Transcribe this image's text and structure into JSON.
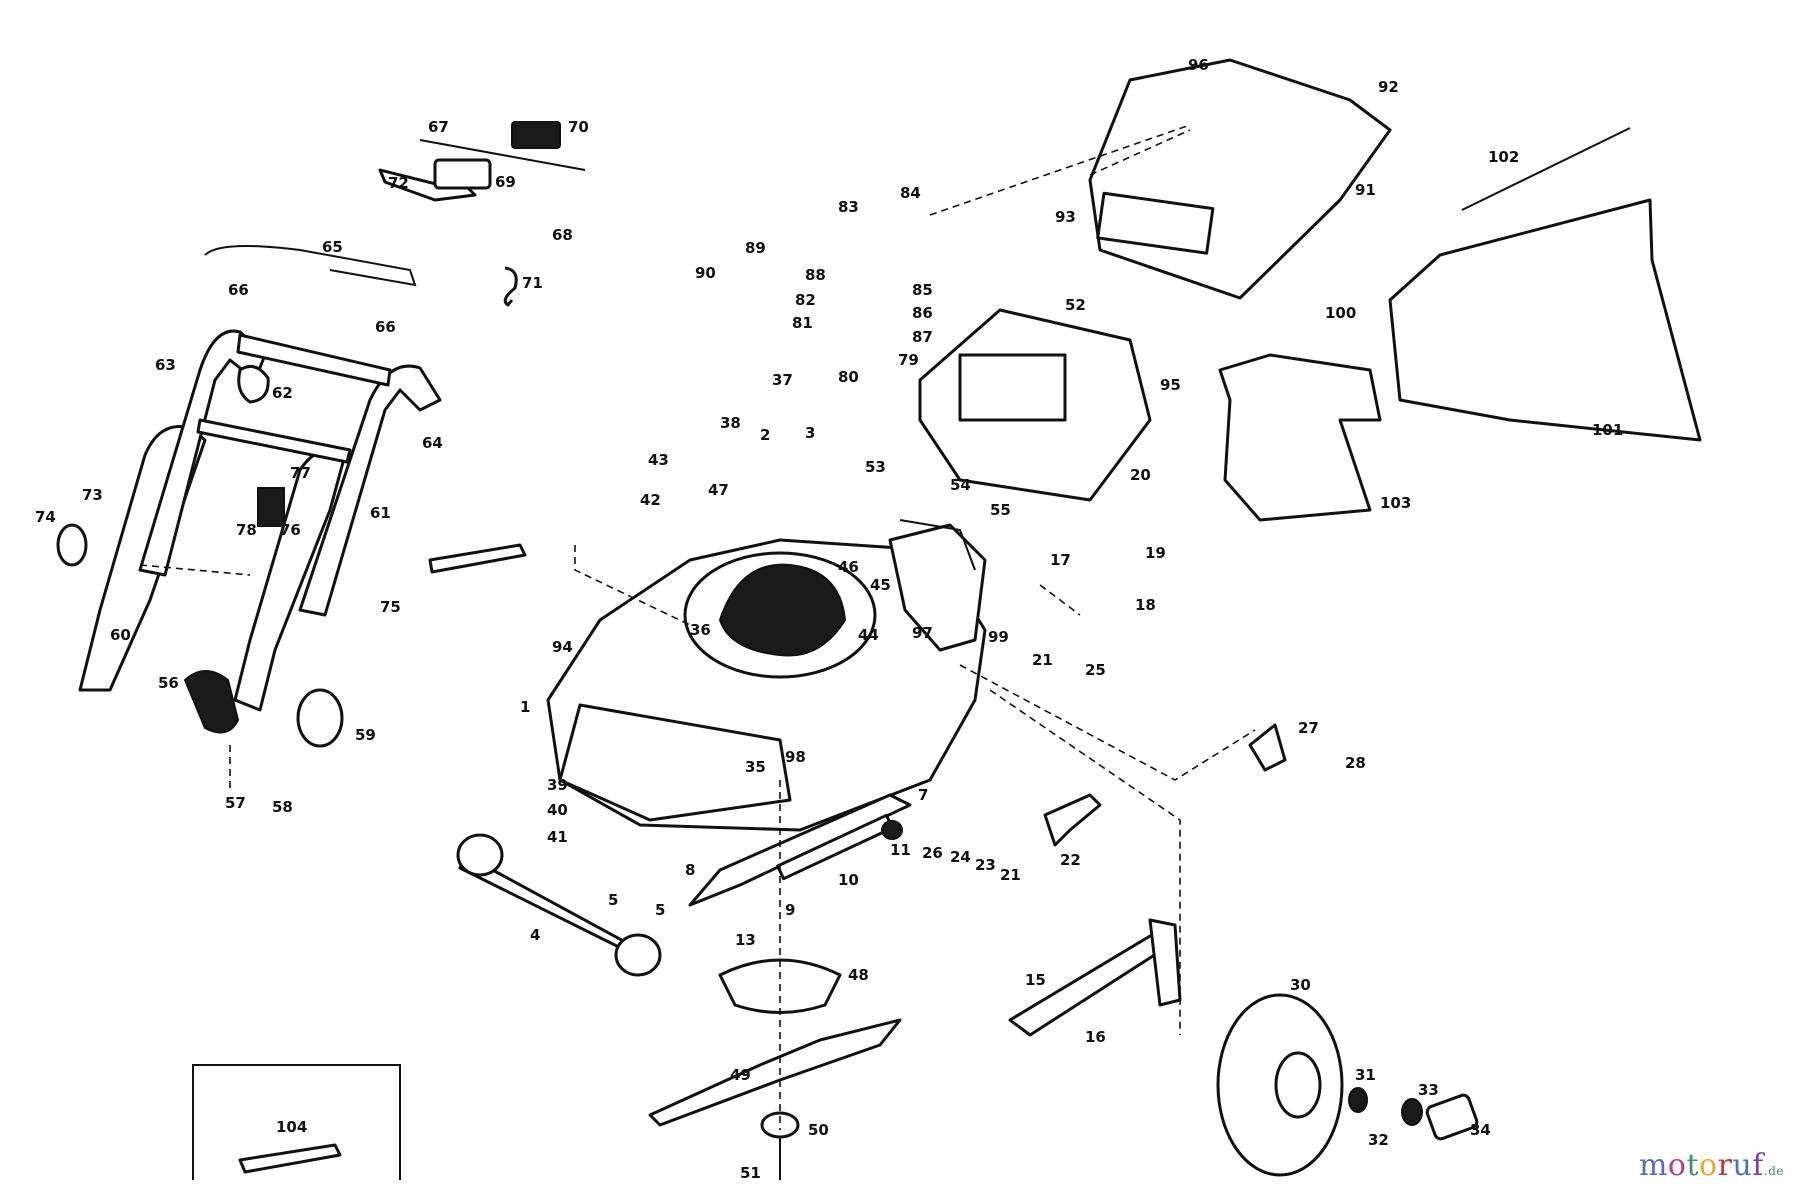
{
  "watermark": {
    "text": "motoruf",
    "suffix": ".de"
  },
  "part_numbers": {
    "p1": "1",
    "p2": "2",
    "p3": "3",
    "p4": "4",
    "p5a": "5",
    "p5b": "5",
    "p7": "7",
    "p8": "8",
    "p9": "9",
    "p10": "10",
    "p11": "11",
    "p13": "13",
    "p15": "15",
    "p16": "16",
    "p17": "17",
    "p18": "18",
    "p19": "19",
    "p20": "20",
    "p21a": "21",
    "p21b": "21",
    "p22": "22",
    "p23": "23",
    "p24": "24",
    "p25": "25",
    "p26": "26",
    "p27": "27",
    "p28": "28",
    "p30": "30",
    "p31": "31",
    "p32": "32",
    "p33": "33",
    "p34": "34",
    "p35": "35",
    "p36": "36",
    "p37": "37",
    "p38": "38",
    "p39": "39",
    "p40": "40",
    "p41": "41",
    "p42": "42",
    "p43": "43",
    "p44": "44",
    "p45": "45",
    "p46": "46",
    "p47": "47",
    "p48": "48",
    "p49": "49",
    "p50": "50",
    "p51": "51",
    "p52": "52",
    "p53": "53",
    "p54": "54",
    "p55": "55",
    "p56": "56",
    "p57": "57",
    "p58": "58",
    "p59": "59",
    "p60": "60",
    "p61": "61",
    "p62": "62",
    "p63": "63",
    "p64": "64",
    "p65": "65",
    "p66a": "66",
    "p66b": "66",
    "p67": "67",
    "p68": "68",
    "p69": "69",
    "p70": "70",
    "p71": "71",
    "p72": "72",
    "p73": "73",
    "p74": "74",
    "p75": "75",
    "p76": "76",
    "p77": "77",
    "p78": "78",
    "p79": "79",
    "p80": "80",
    "p81": "81",
    "p82": "82",
    "p83": "83",
    "p84": "84",
    "p85": "85",
    "p86": "86",
    "p87": "87",
    "p88": "88",
    "p89": "89",
    "p90": "90",
    "p91": "91",
    "p92": "92",
    "p93": "93",
    "p94": "94",
    "p95": "95",
    "p96": "96",
    "p97": "97",
    "p98": "98",
    "p99": "99",
    "p100": "100",
    "p101": "101",
    "p102": "102",
    "p103": "103",
    "p104": "104"
  }
}
